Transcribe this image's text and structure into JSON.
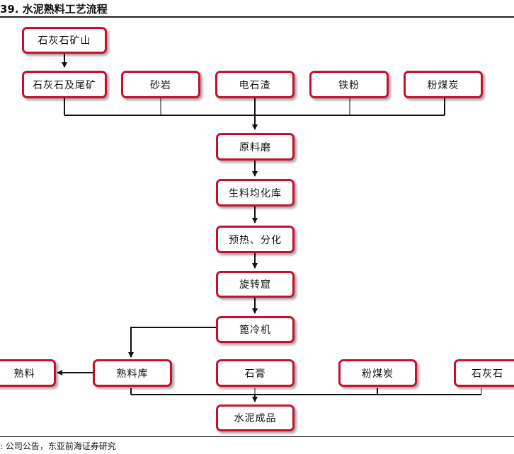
{
  "title": "39. 水泥熟料工艺流程",
  "source": ": 公司公告，东亚前海证券研究",
  "nodes": {
    "limestone_mine": "石灰石矿山",
    "limestone_tailings": "石灰石及尾矿",
    "sandstone": "砂岩",
    "carbide_slag": "电石渣",
    "iron_powder": "铁粉",
    "coal_top": "粉煤炭",
    "raw_mill": "原料磨",
    "raw_homogenizing": "生料均化库",
    "preheat": "预热、分化",
    "rotary_kiln": "旋转窟",
    "cooler": "篦冷机",
    "clinker_out": "熟料",
    "clinker_store": "熟料库",
    "gypsum": "石膏",
    "coal_bottom": "粉煤炭",
    "limestone_bottom": "石灰石",
    "cement_product": "水泥成品"
  }
}
